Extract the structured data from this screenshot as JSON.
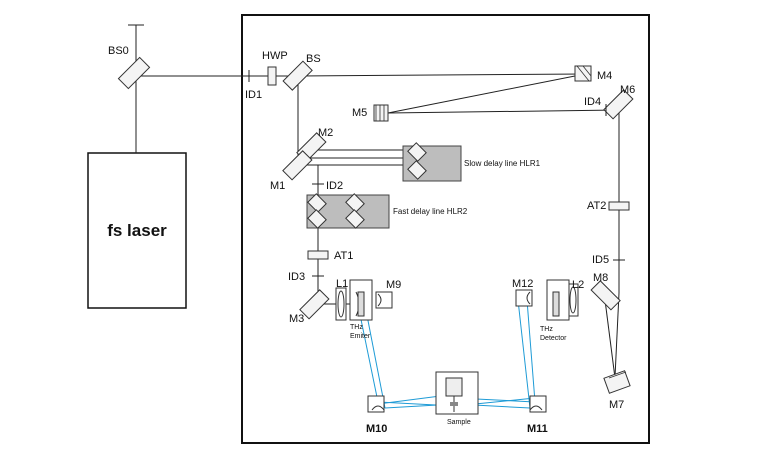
{
  "source": {
    "label": "fs laser"
  },
  "labels": {
    "bs0": "BS0",
    "hwp": "HWP",
    "bs": "BS",
    "id1": "ID1",
    "m4": "M4",
    "m5": "M5",
    "id4": "ID4",
    "m6": "M6",
    "m2": "M2",
    "m1": "M1",
    "id2": "ID2",
    "slow_delay": "Slow delay line HLR1",
    "fast_delay": "Fast delay line HLR2",
    "at2": "AT2",
    "at1": "AT1",
    "id5": "ID5",
    "id3": "ID3",
    "l1": "L1",
    "m9": "M9",
    "m12": "M12",
    "l2": "L2",
    "m8": "M8",
    "m3": "M3",
    "emitter_1": "THz",
    "emitter_2": "Emiter",
    "detector_1": "THz",
    "detector_2": "Detector",
    "m7": "M7",
    "m10": "M10",
    "sample": "Sample",
    "m11": "M11"
  }
}
